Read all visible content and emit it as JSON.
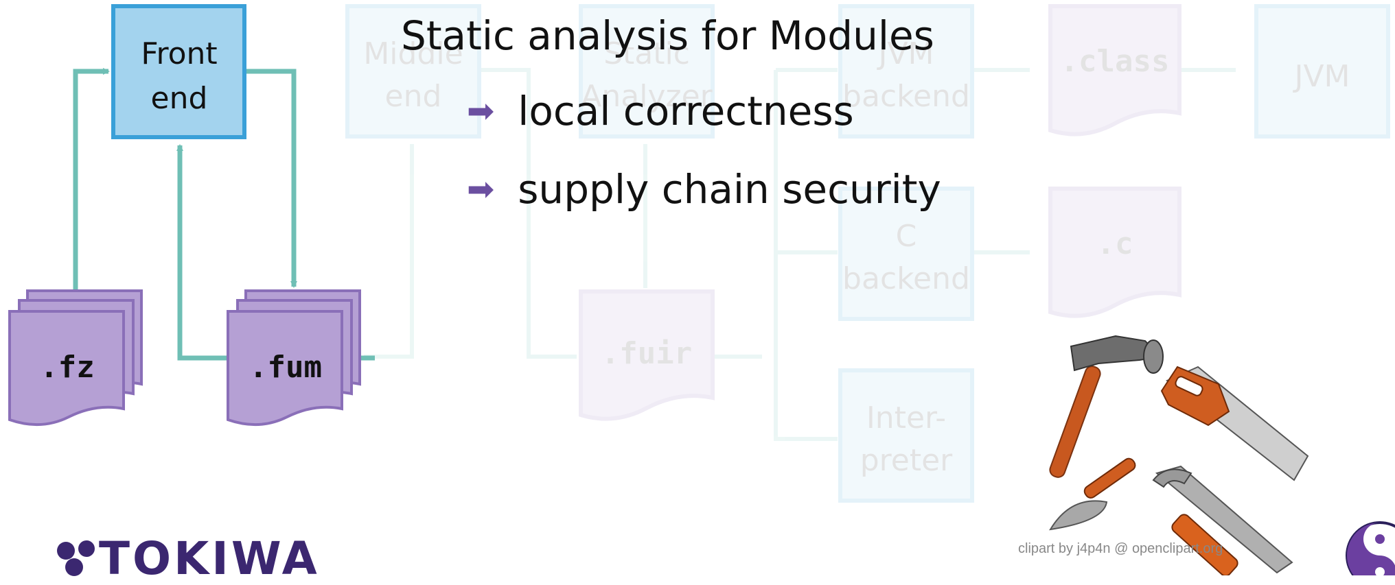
{
  "slide": {
    "title": "Static analysis for Modules",
    "bullets": [
      "local correctness",
      "supply chain security"
    ],
    "bullet_icon": "right-arrow-icon",
    "credit": "clipart by j4p4n @ openclipart.org",
    "logo_text": "TOKIWA"
  },
  "diagram": {
    "active": {
      "front_end": [
        "Front",
        "end"
      ],
      "fz": ".fz",
      "fum": ".fum"
    },
    "faded": {
      "middle_end": [
        "Middle",
        "end"
      ],
      "static_analyzer": [
        "Static",
        "Analyzer"
      ],
      "jvm_backend": [
        "JVM",
        "backend"
      ],
      "c_backend": [
        "C",
        "backend"
      ],
      "interpreter": [
        "Inter-",
        "preter"
      ],
      "class_file": ".class",
      "c_file": ".c",
      "jvm": "JVM",
      "fuir": ".fuir"
    }
  },
  "colors": {
    "front_end_fill": "#a3d3ee",
    "front_end_border": "#3aa0d8",
    "file_fill": "#b5a0d4",
    "file_border": "#8a6fb8",
    "arrow": "#6fbfb5",
    "accent": "#6b4fa0",
    "logo": "#3b2770"
  }
}
